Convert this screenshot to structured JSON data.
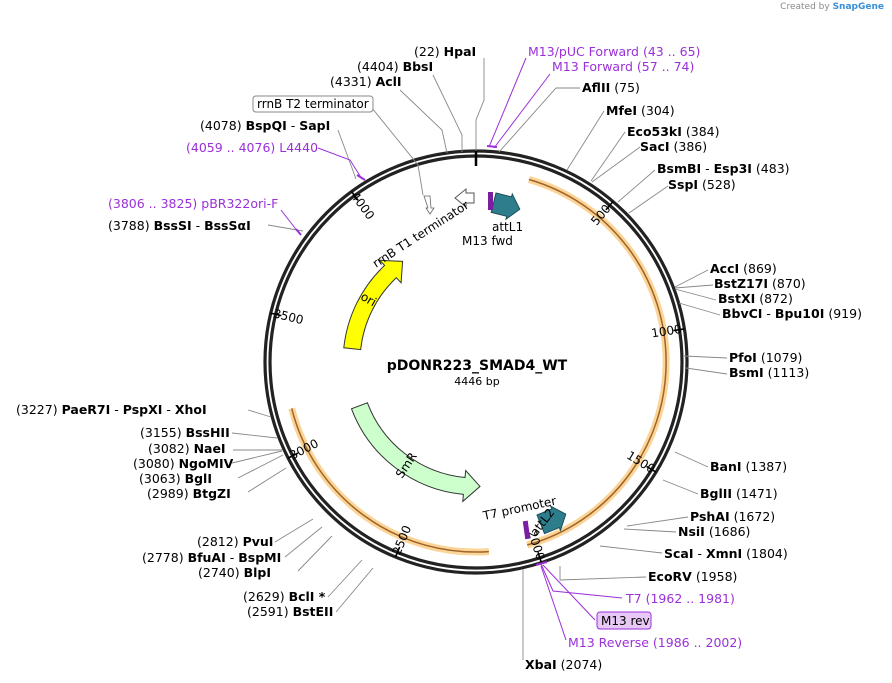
{
  "credit": {
    "prefix": "Created by",
    "brand": "SnapGene"
  },
  "plasmid": {
    "name": "pDONR223_SMAD4_WT",
    "size_label": "4446 bp",
    "length": 4446
  },
  "colors": {
    "primer": "#9b30d9",
    "ori": "#ffff00",
    "smr": "#ccffcc",
    "attl": "#2e7d8c",
    "highlight": "#f5b342",
    "primer_bind": "#7b1fa2"
  },
  "ticks": [
    {
      "pos": 500,
      "label": "500"
    },
    {
      "pos": 1000,
      "label": "1000"
    },
    {
      "pos": 1500,
      "label": "1500"
    },
    {
      "pos": 2000,
      "label": "2000"
    },
    {
      "pos": 2500,
      "label": "2500"
    },
    {
      "pos": 3000,
      "label": "3000"
    },
    {
      "pos": 3500,
      "label": "3500"
    },
    {
      "pos": 4000,
      "label": "4000"
    }
  ],
  "features": [
    {
      "id": "ori",
      "label": "ori",
      "start": 3410,
      "end": 4000,
      "dir": 1,
      "kind": "ori"
    },
    {
      "id": "smr",
      "label": "SmR",
      "start": 2200,
      "end": 3080,
      "dir": -1,
      "kind": "smr"
    },
    {
      "id": "attl1",
      "label": "attL1",
      "start": 88,
      "end": 180,
      "dir": 1,
      "kind": "attl"
    },
    {
      "id": "attl2",
      "label": "attL2",
      "start": 1940,
      "end": 2040,
      "dir": 1,
      "kind": "attl"
    },
    {
      "id": "rrnbt1",
      "label": "rrnB T1 terminator",
      "start": 4300,
      "end": 4420,
      "dir": -1,
      "kind": "term"
    }
  ],
  "feature_labels": {
    "attl1": "attL1",
    "m13fwd": "M13 fwd",
    "rrnbt1": "rrnB T1 terminator",
    "t7promoter": "T7 promoter",
    "attl2": "attL2",
    "rrnbt2": "rrnB T2 terminator",
    "m13rev": "M13 rev"
  },
  "highlight_arcs": [
    {
      "start": 200,
      "end": 2030
    },
    {
      "start": 2175,
      "end": 3160
    }
  ],
  "sites_left": [
    {
      "id": "hpai",
      "pos": "(22)",
      "names": [
        "HpaI"
      ]
    },
    {
      "id": "bbsi",
      "pos": "(4404)",
      "names": [
        "BbsI"
      ]
    },
    {
      "id": "acli",
      "pos": "(4331)",
      "names": [
        "AclI"
      ]
    },
    {
      "id": "bspqi",
      "pos": "(4078)",
      "names": [
        "BspQI",
        "SapI"
      ]
    },
    {
      "id": "bsssi",
      "pos": "(3788)",
      "names": [
        "BssSI",
        "BssSαI"
      ]
    },
    {
      "id": "paer7i",
      "pos": "(3227)",
      "names": [
        "PaeR7I",
        "PspXI",
        "XhoI"
      ]
    },
    {
      "id": "bsshii",
      "pos": "(3155)",
      "names": [
        "BssHII"
      ]
    },
    {
      "id": "naei",
      "pos": "(3082)",
      "names": [
        "NaeI"
      ]
    },
    {
      "id": "ngomiv",
      "pos": "(3080)",
      "names": [
        "NgoMIV"
      ]
    },
    {
      "id": "bgli",
      "pos": "(3063)",
      "names": [
        "BglI"
      ]
    },
    {
      "id": "btgzi",
      "pos": "(2989)",
      "names": [
        "BtgZI"
      ]
    },
    {
      "id": "pvui",
      "pos": "(2812)",
      "names": [
        "PvuI"
      ]
    },
    {
      "id": "bfuai",
      "pos": "(2778)",
      "names": [
        "BfuAI",
        "BspMI"
      ]
    },
    {
      "id": "blpi",
      "pos": "(2740)",
      "names": [
        "BlpI"
      ]
    },
    {
      "id": "bcli",
      "pos": "(2629)",
      "names": [
        "BclI *"
      ]
    },
    {
      "id": "bsteii",
      "pos": "(2591)",
      "names": [
        "BstEII"
      ]
    }
  ],
  "sites_right": [
    {
      "id": "aflii",
      "pos": "(75)",
      "names": [
        "AflII"
      ]
    },
    {
      "id": "mfei",
      "pos": "(304)",
      "names": [
        "MfeI"
      ]
    },
    {
      "id": "eco53ki",
      "pos": "(384)",
      "names": [
        "Eco53kI"
      ]
    },
    {
      "id": "saci",
      "pos": "(386)",
      "names": [
        "SacI"
      ]
    },
    {
      "id": "bsmbi",
      "pos": "(483)",
      "names": [
        "BsmBI",
        "Esp3I"
      ]
    },
    {
      "id": "sspi",
      "pos": "(528)",
      "names": [
        "SspI"
      ]
    },
    {
      "id": "acci",
      "pos": "(869)",
      "names": [
        "AccI"
      ]
    },
    {
      "id": "bstz17i",
      "pos": "(870)",
      "names": [
        "BstZ17I"
      ]
    },
    {
      "id": "bstxi",
      "pos": "(872)",
      "names": [
        "BstXI"
      ]
    },
    {
      "id": "bbvci",
      "pos": "(919)",
      "names": [
        "BbvCI",
        "Bpu10I"
      ]
    },
    {
      "id": "pfoi",
      "pos": "(1079)",
      "names": [
        "PfoI"
      ]
    },
    {
      "id": "bsmi",
      "pos": "(1113)",
      "names": [
        "BsmI"
      ]
    },
    {
      "id": "bani",
      "pos": "(1387)",
      "names": [
        "BanI"
      ]
    },
    {
      "id": "bglii",
      "pos": "(1471)",
      "names": [
        "BglII"
      ]
    },
    {
      "id": "pshai",
      "pos": "(1672)",
      "names": [
        "PshAI"
      ]
    },
    {
      "id": "nsii",
      "pos": "(1686)",
      "names": [
        "NsiI"
      ]
    },
    {
      "id": "scai",
      "pos": "(1804)",
      "names": [
        "ScaI",
        "XmnI"
      ]
    },
    {
      "id": "ecorv",
      "pos": "(1958)",
      "names": [
        "EcoRV"
      ]
    },
    {
      "id": "xbai",
      "pos": "(2074)",
      "names": [
        "XbaI"
      ]
    }
  ],
  "primers": [
    {
      "id": "m13puc",
      "name": "M13/pUC Forward",
      "range": "(43 .. 65)"
    },
    {
      "id": "m13fwdp",
      "name": "M13 Forward",
      "range": "(57 .. 74)"
    },
    {
      "id": "l4440",
      "name": "L4440",
      "range": "(4059 .. 4076)"
    },
    {
      "id": "pbr322",
      "name": "pBR322ori-F",
      "range": "(3806 .. 3825)"
    },
    {
      "id": "t7p",
      "name": "T7",
      "range": "(1962 .. 1981)"
    },
    {
      "id": "m13revp",
      "name": "M13 Reverse",
      "range": "(1986 .. 2002)"
    }
  ]
}
